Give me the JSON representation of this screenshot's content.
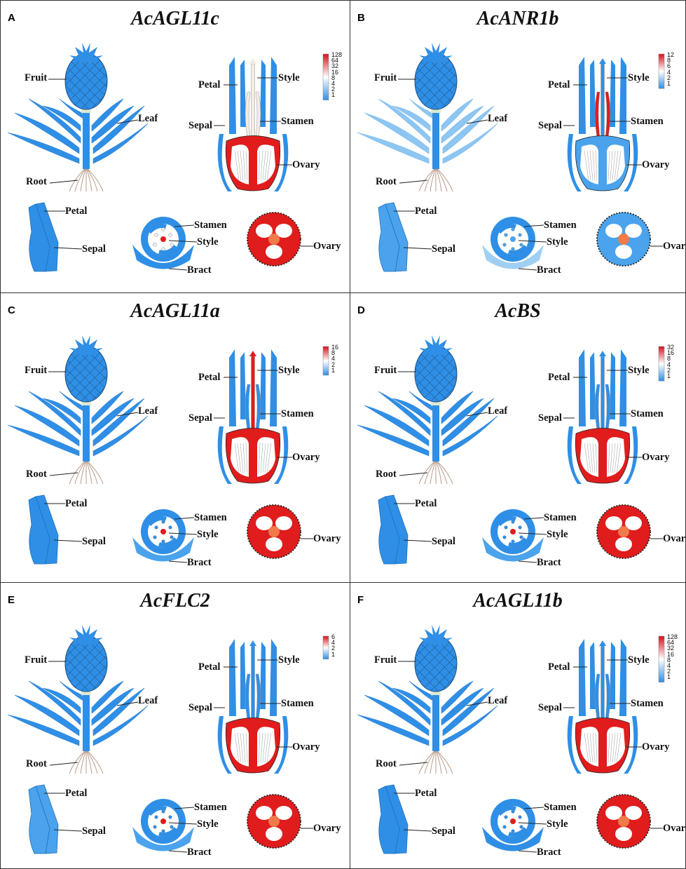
{
  "figure": {
    "panels": [
      {
        "letter": "A",
        "gene": "AcAGL11c",
        "scale": [
          "128",
          "64",
          "32",
          "16",
          "8",
          "4",
          "2",
          "1"
        ],
        "colors": {
          "plant": "#2f8fe6",
          "leaf": "#2f8fe6",
          "style": "#f2ece4",
          "stamen": "#f2ece4",
          "ovary": "#e01c1c",
          "innerStyle": "#e01c1c",
          "petalSep": "#2f8fe6",
          "csStamen": "#f6f0ea",
          "csBract": "#2f8fe6",
          "ovaryCS": "#e01c1c"
        }
      },
      {
        "letter": "B",
        "gene": "AcANR1b",
        "scale": [
          "12",
          "8",
          "6",
          "4",
          "2",
          "1"
        ],
        "colors": {
          "plant": "#2f8fe6",
          "leaf": "#8ec6f2",
          "style": "#2f8fe6",
          "stamen": "#e01c1c",
          "ovary": "#4aa3ec",
          "innerStyle": "#4aa3ec",
          "petalSep": "#4aa3ec",
          "csStamen": "#4aa3ec",
          "csBract": "#9fd0f4",
          "ovaryCS": "#4aa3ec"
        }
      },
      {
        "letter": "C",
        "gene": "AcAGL11a",
        "scale": [
          "16",
          "8",
          "4",
          "2",
          "1"
        ],
        "colors": {
          "plant": "#2f8fe6",
          "leaf": "#2f8fe6",
          "style": "#e01c1c",
          "stamen": "#2f8fe6",
          "ovary": "#e01c1c",
          "innerStyle": "#e01c1c",
          "petalSep": "#2f8fe6",
          "csStamen": "#2f8fe6",
          "csBract": "#4aa3ec",
          "ovaryCS": "#e01c1c"
        }
      },
      {
        "letter": "D",
        "gene": "AcBS",
        "scale": [
          "32",
          "16",
          "8",
          "4",
          "2",
          "1"
        ],
        "colors": {
          "plant": "#2f8fe6",
          "leaf": "#2f8fe6",
          "style": "#2f8fe6",
          "stamen": "#2f8fe6",
          "ovary": "#e01c1c",
          "innerStyle": "#e01c1c",
          "petalSep": "#2f8fe6",
          "csStamen": "#2f8fe6",
          "csBract": "#4aa3ec",
          "ovaryCS": "#e01c1c"
        }
      },
      {
        "letter": "E",
        "gene": "AcFLC2",
        "scale": [
          "6",
          "4",
          "2",
          "1"
        ],
        "colors": {
          "plant": "#2f8fe6",
          "leaf": "#2f8fe6",
          "style": "#2f8fe6",
          "stamen": "#2f8fe6",
          "ovary": "#e01c1c",
          "innerStyle": "#e01c1c",
          "petalSep": "#4aa3ec",
          "csStamen": "#2f8fe6",
          "csBract": "#4aa3ec",
          "ovaryCS": "#e01c1c"
        }
      },
      {
        "letter": "F",
        "gene": "AcAGL11b",
        "scale": [
          "128",
          "64",
          "32",
          "16",
          "8",
          "4",
          "2",
          "1"
        ],
        "colors": {
          "plant": "#2f8fe6",
          "leaf": "#2f8fe6",
          "style": "#2f8fe6",
          "stamen": "#2f8fe6",
          "ovary": "#e01c1c",
          "innerStyle": "#e01c1c",
          "petalSep": "#2f8fe6",
          "csStamen": "#2f8fe6",
          "csBract": "#2f8fe6",
          "ovaryCS": "#e01c1c"
        }
      }
    ],
    "labels": {
      "fruit": "Fruit",
      "leaf": "Leaf",
      "root": "Root",
      "petal": "Petal",
      "style": "Style",
      "sepal": "Sepal",
      "stamen": "Stamen",
      "ovary": "Ovary",
      "bract": "Bract"
    }
  }
}
